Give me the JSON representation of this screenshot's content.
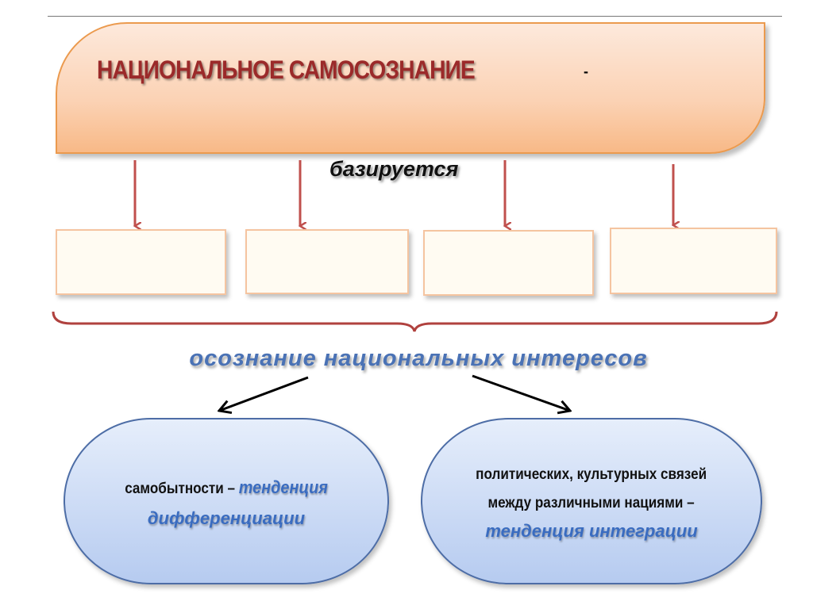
{
  "header": {
    "title": "НАЦИОНАЛЬНОЕ САМОСОЗНАНИЕ",
    "dash": "-"
  },
  "connector_label": "базируется",
  "summary": "осознание национальных интересов",
  "left_oval": {
    "text": "самобытности – ",
    "emph1": "тенденция",
    "emph2": "дифференциации"
  },
  "right_oval": {
    "line1": "политических, культурных связей",
    "line2": "между различными нациями –",
    "emph": "тенденция интеграции"
  },
  "colors": {
    "title": "#9b2a2a",
    "arrow_red": "#c0504d",
    "blue": "#4a72b5"
  }
}
